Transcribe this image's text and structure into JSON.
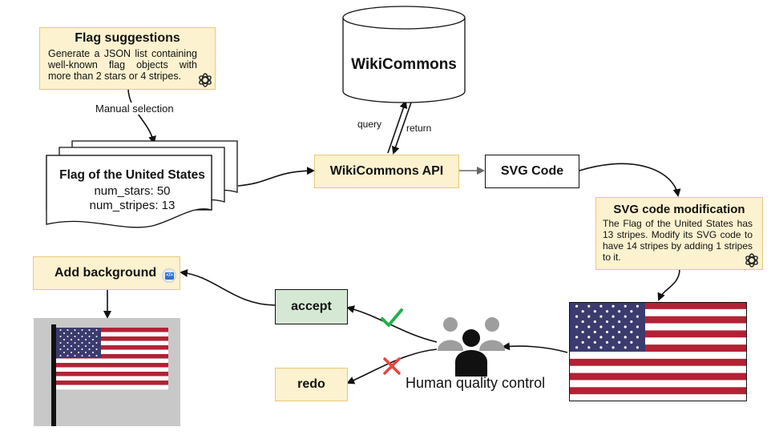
{
  "flag_suggestions": {
    "title": "Flag suggestions",
    "text": "Generate a JSON list containing well-known flag objects with more than 2 stars or 4 stripes."
  },
  "manual_selection": "Manual selection",
  "flag_doc": {
    "title": "Flag of the United States",
    "stars": "num_stars: 50",
    "stripes": "num_stripes: 13"
  },
  "wikicommons": "WikiCommons",
  "query_label": "query",
  "return_label": "return",
  "wikicommons_api": "WikiCommons API",
  "svg_code": "SVG Code",
  "svg_mod": {
    "title": "SVG code modification",
    "text": "The Flag of the United States has 13 stripes. Modify its SVG code to have 14 stripes by adding 1 stripes to it."
  },
  "add_background": "Add background",
  "accept": "accept",
  "redo": "redo",
  "human_qc": "Human quality control",
  "colors": {
    "yellow_box": "#fdf2cf",
    "yellow_border": "#e9c97a",
    "accept_box": "#d5e8d4",
    "check": "#22b14c",
    "cross": "#e8453c",
    "flag_red": "#b22234",
    "flag_blue": "#3c3b6e",
    "people": "#9e9e9e"
  },
  "icons": [
    "openai-logo-icon",
    "code-icon",
    "check-icon",
    "cross-icon",
    "people-icon"
  ]
}
